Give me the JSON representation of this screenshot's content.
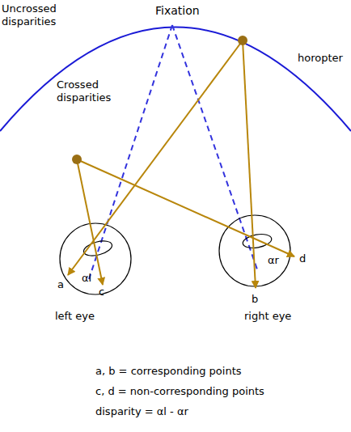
{
  "diagram": {
    "labels": [
      "Fixation",
      "Uncrossed disparities",
      "horopter",
      "Crossed disparities",
      "a",
      "αl",
      "c",
      "b",
      "αr",
      "d",
      "left eye",
      "right eye",
      "a, b = corresponding points",
      "c, d = non-corresponding points",
      "disparity = αl - αr"
    ]
  }
}
